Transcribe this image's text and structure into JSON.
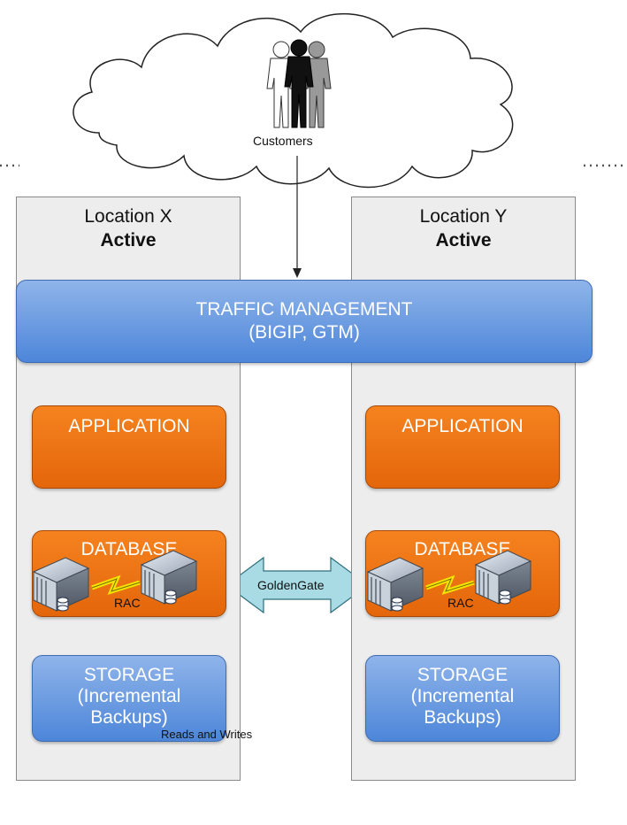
{
  "customers_label": "Customers",
  "location_x": {
    "name": "Location X",
    "status": "Active"
  },
  "location_y": {
    "name": "Location Y",
    "status": "Active"
  },
  "traffic_management": {
    "line1": "TRAFFIC MANAGEMENT",
    "line2": "(BIGIP, GTM)"
  },
  "application_label": "APPLICATION",
  "database_label": "DATABASE",
  "rac_label": "RAC",
  "replication_label": "GoldenGate",
  "storage": {
    "line1": "STORAGE",
    "line2": "(Incremental",
    "line3": "Backups)"
  },
  "legend": {
    "reads_writes": "Reads and Writes"
  },
  "colors": {
    "panel_bg": "#ededed",
    "orange": "#ec7417",
    "blue": "#6b9be2",
    "arrow_green": "#d2e6b0",
    "goldengate_arrow": "#a8dbe4",
    "lightning": "#f2e600"
  },
  "icons": {
    "customers": "people-group-icon",
    "server": "server-icon",
    "link": "lightning-bolt-icon",
    "reads_writes": "double-headed-arrow-icon"
  }
}
